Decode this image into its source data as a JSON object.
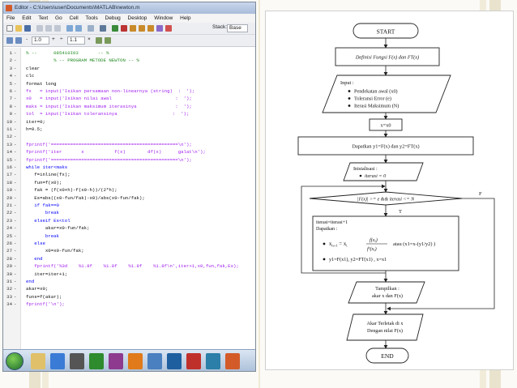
{
  "editor": {
    "title": "Editor - C:\\Users\\user\\Documents\\MATLAB\\newton.m",
    "menu": [
      "File",
      "Edit",
      "Text",
      "Go",
      "Cell",
      "Tools",
      "Debug",
      "Desktop",
      "Window",
      "Help"
    ],
    "toolbar": {
      "stack_label": "Stack:",
      "stack_value": "Base",
      "cell_value_1": "1.0",
      "cell_value_2": "1.1",
      "plus": "+",
      "minus": "-",
      "divide": "÷",
      "times": "×"
    },
    "code_lines": [
      {
        "n": "1",
        "text": "% --      085410I03       -- %",
        "type": "cmt"
      },
      {
        "n": "2",
        "text": "          % -- PROGRAM METODE NEWTON -- %",
        "type": "cmt"
      },
      {
        "n": "3",
        "text": "clear",
        "type": "plain"
      },
      {
        "n": "4",
        "text": "clc",
        "type": "plain"
      },
      {
        "n": "5",
        "text": "format long",
        "type": "plain"
      },
      {
        "n": "6",
        "text": "fx   = input('Isikan persamaan non-linearnya (string)  :  ');",
        "type": "str"
      },
      {
        "n": "7",
        "text": "x0   = input('Isikan nilai awal                       :  ');",
        "type": "str"
      },
      {
        "n": "8",
        "text": "maks = input('Isikan maksimum iterasinya              :  ');",
        "type": "str"
      },
      {
        "n": "9",
        "text": "tol  = input('Isikan toleransinya                    :  ');",
        "type": "str"
      },
      {
        "n": "10",
        "text": "iter=0;",
        "type": "plain"
      },
      {
        "n": "11",
        "text": "h=0.5;",
        "type": "plain"
      },
      {
        "n": "12",
        "text": "",
        "type": "plain"
      },
      {
        "n": "13",
        "text": "fprintf('==============================================\\n');",
        "type": "str"
      },
      {
        "n": "14",
        "text": "fprintf('iter       x           f(x)        df(x)      galat\\n');",
        "type": "str"
      },
      {
        "n": "15",
        "text": "fprintf('==============================================\\n');",
        "type": "str"
      },
      {
        "n": "16",
        "text": "while iter<maks",
        "type": "kw"
      },
      {
        "n": "17",
        "text": "   f=inline(fx);",
        "type": "plain"
      },
      {
        "n": "18",
        "text": "   fun=f(x0);",
        "type": "plain"
      },
      {
        "n": "19",
        "text": "   fak = (f(x0+h)-f(x0-h))/(2*h);",
        "type": "plain"
      },
      {
        "n": "20",
        "text": "   Es=abs((x0-fun/fak)-x0)/abs(x0-fun/fak);",
        "type": "plain"
      },
      {
        "n": "21",
        "text": "   if fak==0",
        "type": "kw"
      },
      {
        "n": "22",
        "text": "       break",
        "type": "kw"
      },
      {
        "n": "23",
        "text": "   elseif Es<tol",
        "type": "kw"
      },
      {
        "n": "24",
        "text": "       akar=x0-fun/fak;",
        "type": "plain"
      },
      {
        "n": "25",
        "text": "       break",
        "type": "kw"
      },
      {
        "n": "26",
        "text": "   else",
        "type": "kw"
      },
      {
        "n": "27",
        "text": "       x0=x0-fun/fak;",
        "type": "plain"
      },
      {
        "n": "28",
        "text": "   end",
        "type": "kw"
      },
      {
        "n": "29",
        "text": "   fprintf('%3d    %1.8f    %1.8f    %1.8f    %1.8f\\n',iter+1,x0,fun,fak,Es);",
        "type": "str"
      },
      {
        "n": "30",
        "text": "   iter=iter+1;",
        "type": "plain"
      },
      {
        "n": "31",
        "text": "end",
        "type": "kw"
      },
      {
        "n": "32",
        "text": "akar=x0;",
        "type": "plain"
      },
      {
        "n": "33",
        "text": "funs=f(akar);",
        "type": "plain"
      },
      {
        "n": "34",
        "text": "fprintf('\\n');",
        "type": "str"
      }
    ]
  },
  "flowchart": {
    "start": "START",
    "define": "Definisi Fungsi F(x) dan FT(x)",
    "input_title": "Input :",
    "input_items": [
      "Pendekatan awal (x0)",
      "Toleransi Error (e)",
      "Iterasi Maksimum (N)"
    ],
    "assign": "x=x0",
    "compute": "Dapatkan y1=F(x) dan y2=FT(x)",
    "init_title": "Inisialisasi :",
    "init_item": "iterasi = 0",
    "decision": "|F(x)| >= e && iterasi <= N",
    "branch_false": "F",
    "branch_true": "T",
    "proc_line1": "iterasi=iterasi+1",
    "proc_line2": "Dapatkan :",
    "proc_formula_lhs": "x",
    "proc_formula_sub": "n+1",
    "proc_formula_eq": " = x",
    "proc_formula_sub2": "i",
    "proc_formula_num": "f(x",
    "proc_formula_den": "f¹(x",
    "proc_atau": "atau (x1=x-(y1/y2) )",
    "proc_line4": "y1=F(x1), y2=FT(x1)  , x=x1",
    "output_title": "Tampilkan :",
    "output_item": "akar x dan F(x)",
    "result_line1": "Akar Terletak di x",
    "result_line2": "Dengan nilai F(x)",
    "end": "END"
  }
}
